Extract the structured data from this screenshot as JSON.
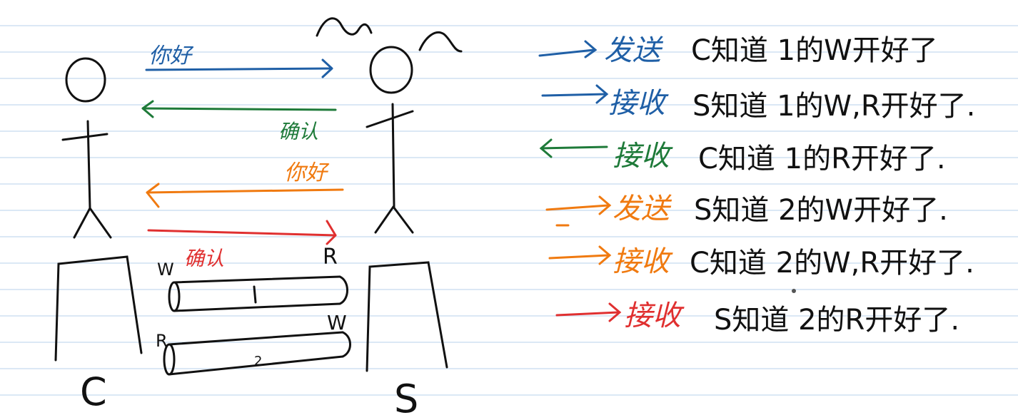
{
  "colors": {
    "ruled_line": "#cfe0f2",
    "ink": "#111111",
    "blue": "#1f5fa6",
    "green": "#1e7a39",
    "orange": "#f07a10",
    "red": "#e03030"
  },
  "figures": {
    "client_label": "C",
    "server_label": "S"
  },
  "messages": [
    {
      "text": "你好",
      "color": "blue"
    },
    {
      "text": "确认",
      "color": "green"
    },
    {
      "text": "你好",
      "color": "orange"
    },
    {
      "text": "确认",
      "color": "red"
    }
  ],
  "pipes": {
    "pipe1": {
      "left_end": "W",
      "right_end": "R",
      "number": "1"
    },
    "pipe2": {
      "left_end": "R",
      "right_end": "W",
      "number": "2"
    }
  },
  "notes": [
    {
      "action": "发送",
      "text": "C知道 1的W开好了",
      "color": "blue",
      "direction": "right"
    },
    {
      "action": "接收",
      "text": "S知道 1的W,R开好了.",
      "color": "blue",
      "direction": "right"
    },
    {
      "action": "接收",
      "text": "C知道 1的R开好了.",
      "color": "green",
      "direction": "left"
    },
    {
      "action": "发送",
      "text": "S知道 2的W开好了.",
      "color": "orange",
      "direction": "right"
    },
    {
      "action": "接收",
      "text": "C知道 2的W,R开好了.",
      "color": "orange",
      "direction": "right"
    },
    {
      "action": "接收",
      "text": "S知道 2的R开好了.",
      "color": "red",
      "direction": "right"
    }
  ]
}
